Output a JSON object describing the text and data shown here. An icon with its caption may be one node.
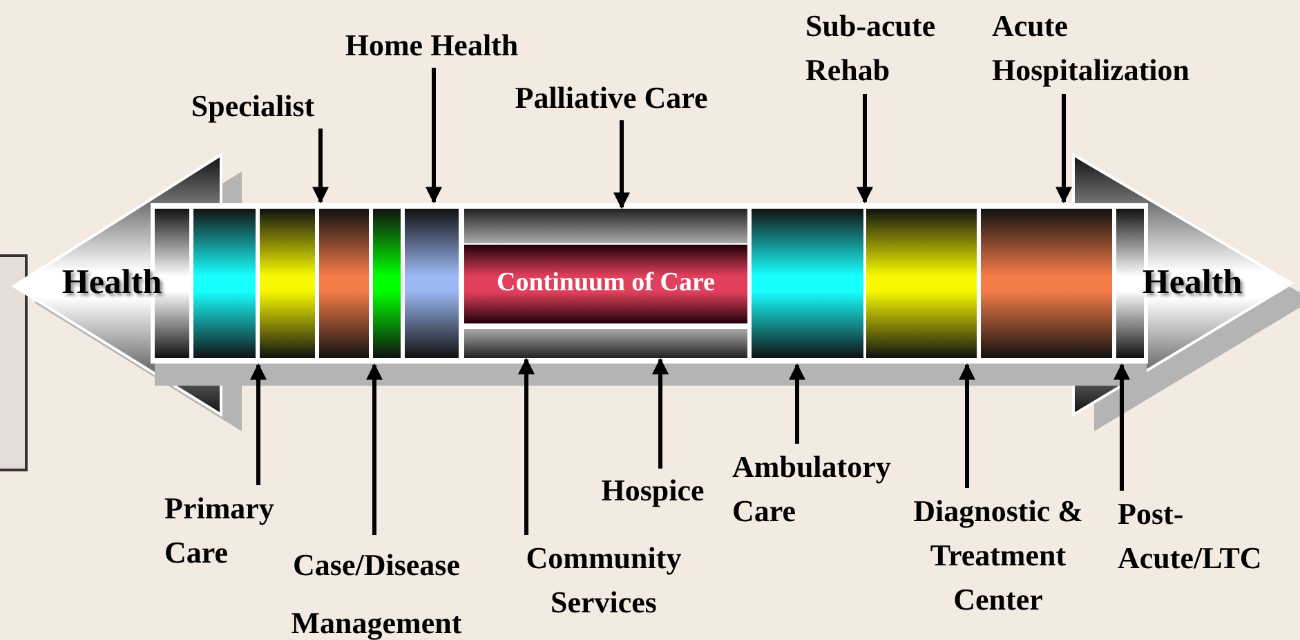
{
  "diagram": {
    "nodes": [
      {
        "text": [
          "Health"
        ]
      },
      {
        "text": [],
        "shape": "bar"
      },
      {
        "text": [
          "Continuum of Care"
        ],
        "in": 1
      },
      {
        "text": [
          "Health"
        ]
      },
      {
        "text": [
          "Specialist"
        ]
      },
      {
        "text": [
          "Home Health"
        ]
      },
      {
        "text": [
          "Palliative Care"
        ]
      },
      {
        "text": [
          "Sub-acute Rehab"
        ]
      },
      {
        "text": [
          "Acute Hospitalization"
        ]
      },
      {
        "text": [
          "Primary Care"
        ]
      },
      {
        "text": [
          "Case/Disease Management"
        ]
      },
      {
        "text": [
          "Community Services"
        ]
      },
      {
        "text": [
          "Hospice"
        ]
      },
      {
        "text": [
          "Ambulatory Care"
        ]
      },
      {
        "text": [
          "Diagnostic & Treatment Center"
        ]
      },
      {
        "text": [
          "Post- Acute/LTC"
        ]
      }
    ],
    "edges": [
      {
        "from": 4,
        "to": 1,
        "arrow": "to"
      },
      {
        "from": 5,
        "to": 1,
        "arrow": "to"
      },
      {
        "from": 6,
        "to": 2,
        "arrow": "to"
      },
      {
        "from": 7,
        "to": 1,
        "arrow": "to"
      },
      {
        "from": 8,
        "to": 1,
        "arrow": "to"
      },
      {
        "from": 9,
        "to": 1,
        "arrow": "to"
      },
      {
        "from": 10,
        "to": 1,
        "arrow": "to"
      },
      {
        "from": 11,
        "to": 2,
        "arrow": "to"
      },
      {
        "from": 12,
        "to": 2,
        "arrow": "to"
      },
      {
        "from": 13,
        "to": 1,
        "arrow": "to"
      },
      {
        "from": 14,
        "to": 1,
        "arrow": "to"
      },
      {
        "from": 15,
        "to": 1,
        "arrow": "to"
      }
    ]
  }
}
